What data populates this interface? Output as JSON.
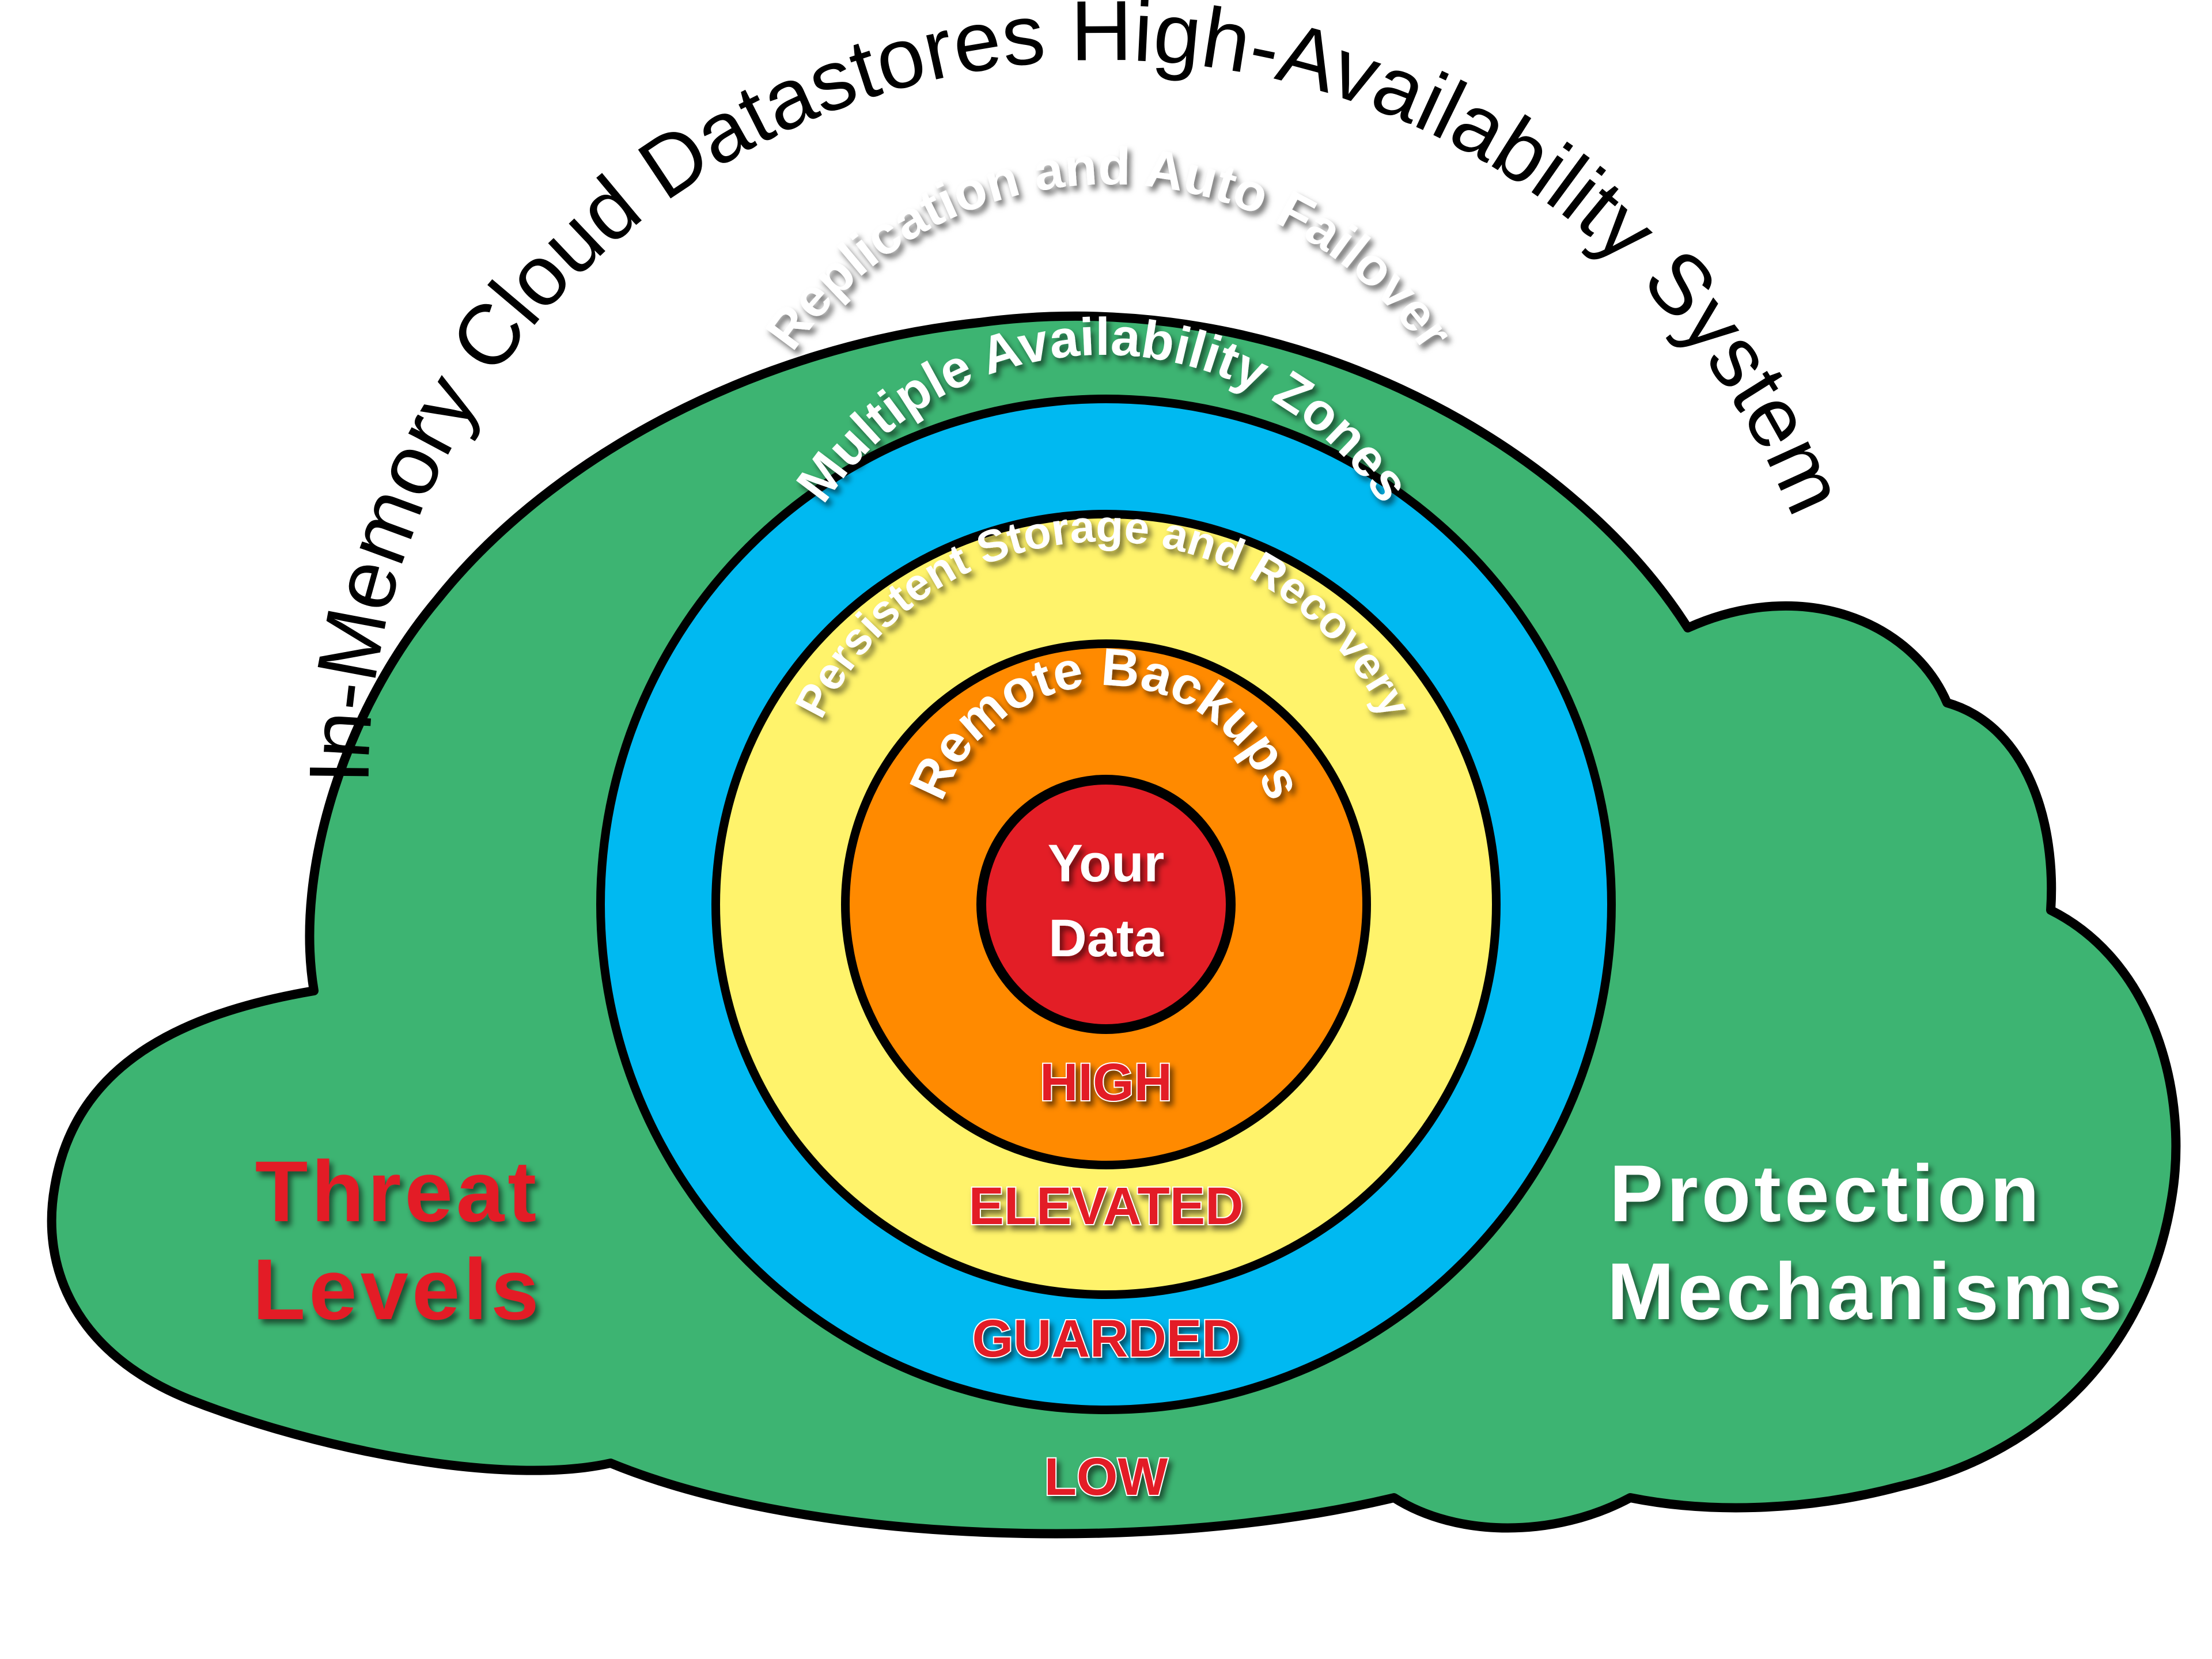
{
  "title": "In-Memory Cloud Datastores High-Availability System",
  "rings": {
    "replication": "Replication and Auto Failover",
    "zones": "Multiple Availability Zones",
    "persistent": "Persistent Storage and Recovery",
    "backups": "Remote Backups",
    "core_line1": "Your",
    "core_line2": "Data"
  },
  "threat_levels": {
    "high": "HIGH",
    "elevated": "ELEVATED",
    "guarded": "GUARDED",
    "low": "LOW"
  },
  "left_label": {
    "line1": "Threat",
    "line2": "Levels"
  },
  "right_label": {
    "line1": "Protection",
    "line2": "Mechanisms"
  },
  "colors": {
    "cloud": "#3db472",
    "zones_ring": "#00b9f1",
    "persistent_ring": "#fff36b",
    "backups_ring": "#ff8a00",
    "core": "#e31e26",
    "threat_text": "#e31e26",
    "outline": "#000000"
  }
}
